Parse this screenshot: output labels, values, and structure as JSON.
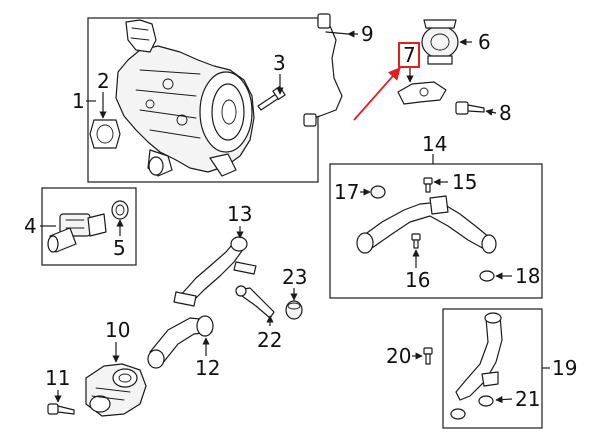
{
  "callouts": {
    "c1": "1",
    "c2": "2",
    "c3": "3",
    "c4": "4",
    "c5": "5",
    "c6": "6",
    "c7": "7",
    "c8": "8",
    "c9": "9",
    "c10": "10",
    "c11": "11",
    "c12": "12",
    "c13": "13",
    "c14": "14",
    "c15": "15",
    "c16": "16",
    "c17": "17",
    "c18": "18",
    "c19": "19",
    "c20": "20",
    "c21": "21",
    "c22": "22",
    "c23": "23"
  },
  "colors": {
    "line": "#1a1a1a",
    "highlight": "#e02020",
    "background": "#ffffff"
  }
}
